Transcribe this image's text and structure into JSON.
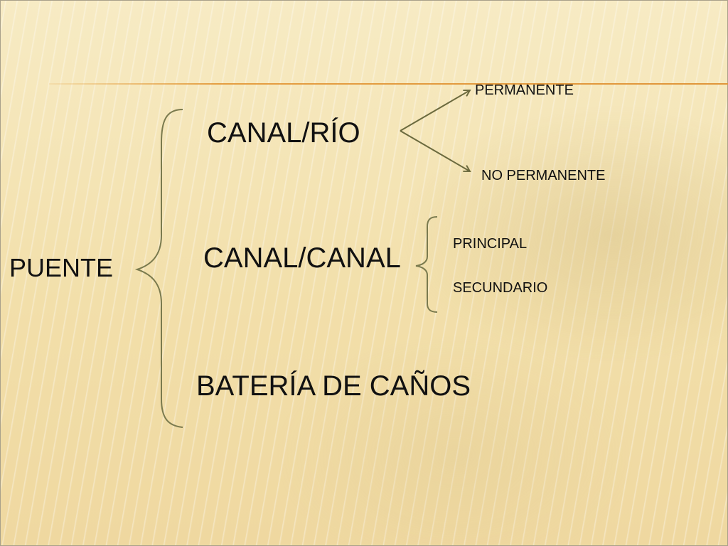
{
  "diagram": {
    "root": "PUENTE",
    "branches": {
      "canal_rio": {
        "label": "CANAL/RÍO",
        "children": [
          "PERMANENTE",
          "NO PERMANENTE"
        ]
      },
      "canal_canal": {
        "label": "CANAL/CANAL",
        "children": [
          "PRINCIPAL",
          "SECUNDARIO"
        ]
      },
      "bateria": {
        "label": "BATERÍA DE CAÑOS"
      }
    }
  },
  "colors": {
    "background": "#f4e4b4",
    "accent_line": "#e0963a",
    "connector": "#6b6a3e",
    "text": "#111111"
  }
}
